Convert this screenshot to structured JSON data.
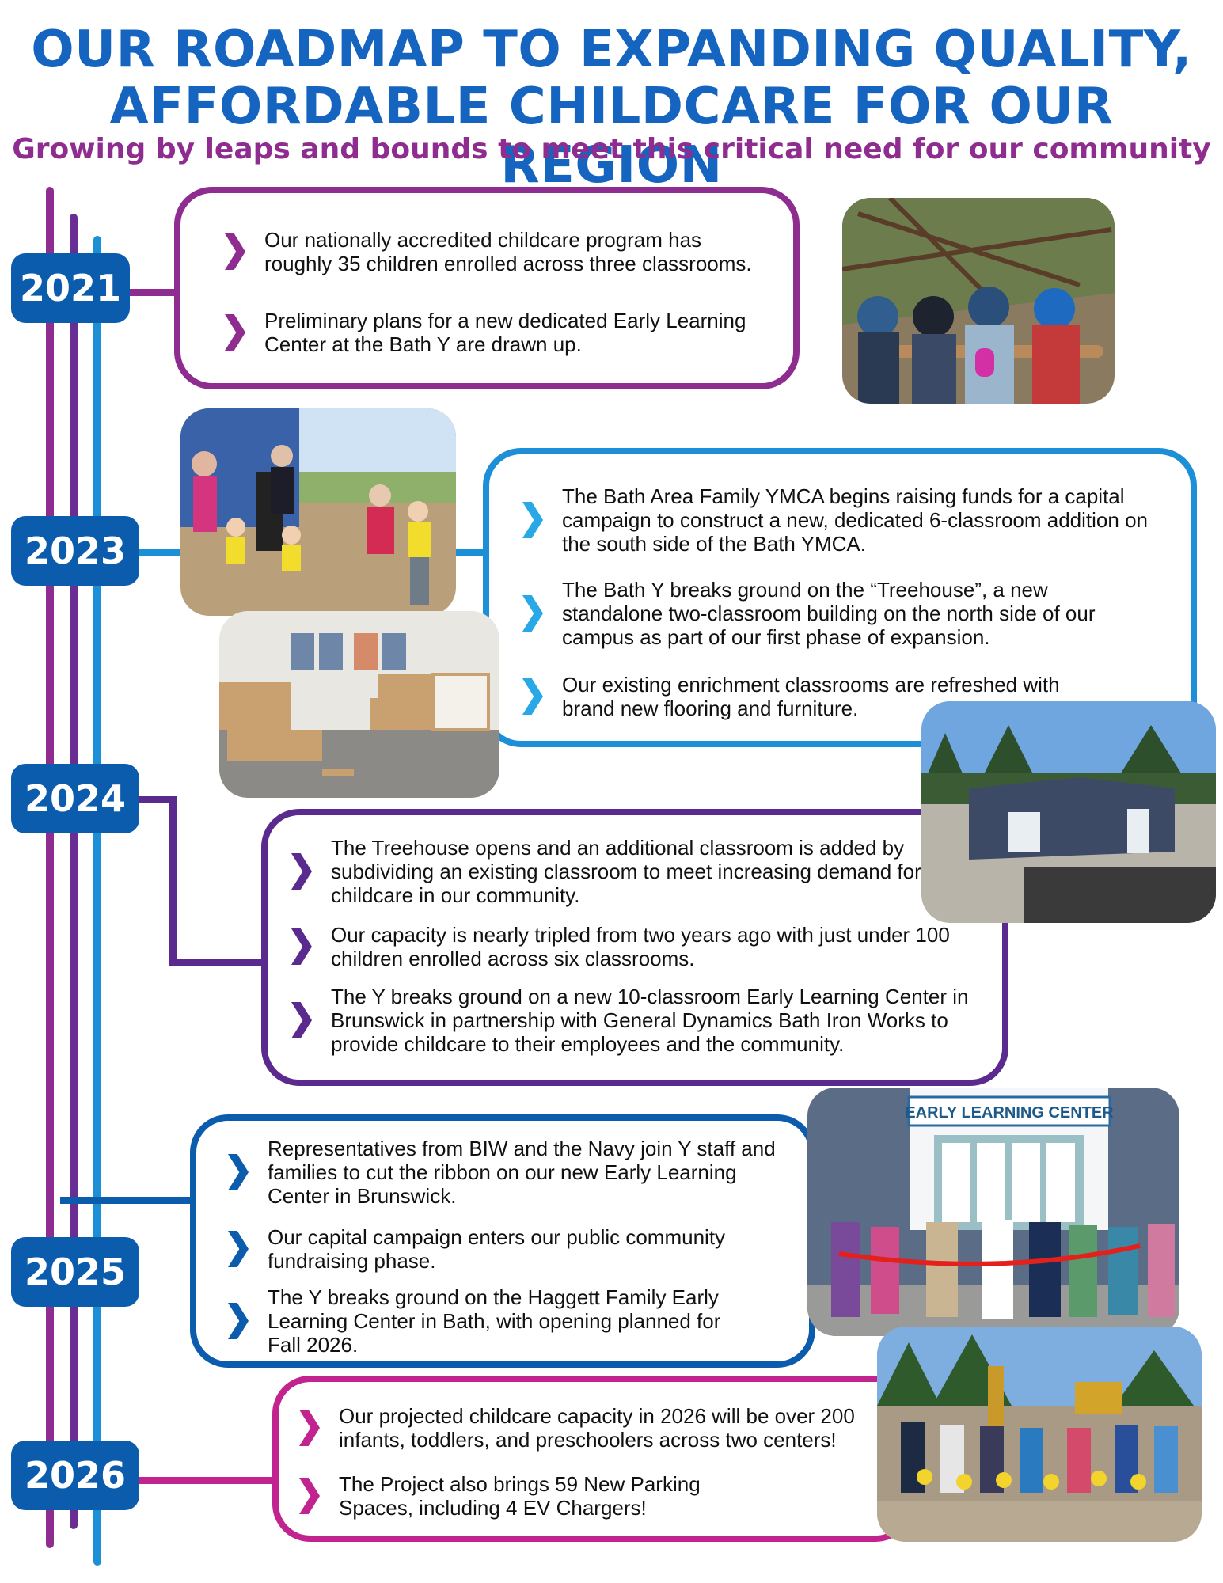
{
  "header": {
    "title_line1": "OUR ROADMAP TO EXPANDING QUALITY,",
    "title_line2": "AFFORDABLE CHILDCARE FOR OUR REGION",
    "subtitle": "Growing by leaps and bounds to meet this critical need for our community"
  },
  "colors": {
    "title_blue": "#1565c0",
    "subtitle_purple": "#8e2d8f",
    "line_purple": "#8e2d8f",
    "line_violet": "#6a2d96",
    "line_sky": "#1d8fd6",
    "year_badge": "#0b5cad",
    "card_2021": "#8e2d8f",
    "card_2023": "#1d8fd6",
    "card_2024": "#5b2a8e",
    "card_2025": "#0b5cad",
    "card_2026": "#c2248f"
  },
  "timeline": [
    {
      "year": "2021",
      "bullets": [
        "Our nationally accredited childcare program has roughly 35 children enrolled across three classrooms.",
        "Preliminary plans for a new dedicated Early Learning Center at the Bath Y are drawn up."
      ]
    },
    {
      "year": "2023",
      "bullets": [
        "The Bath Area Family YMCA begins raising funds for a capital campaign to construct a new, dedicated 6-classroom addition on the south side of the Bath YMCA.",
        "The Bath Y breaks ground on the “Treehouse”, a new standalone two-classroom building on the north side of our campus as part of our first phase of expansion.",
        "Our existing enrichment classrooms are refreshed with brand new flooring and furniture."
      ]
    },
    {
      "year": "2024",
      "bullets": [
        "The Treehouse opens and an additional classroom is added by subdividing an existing classroom to meet increasing demand for childcare in our community.",
        "Our capacity is nearly tripled from two years ago with just under 100 children enrolled across six classrooms.",
        "The Y breaks ground on a new 10-classroom Early Learning Center in Brunswick in partnership with General Dynamics Bath Iron Works to provide childcare to their employees and the community."
      ]
    },
    {
      "year": "2025",
      "bullets": [
        "Representatives from BIW and the Navy join Y staff and families to cut the ribbon on our new Early Learning Center in Brunswick.",
        "Our capital campaign enters our public community fundraising phase.",
        "The Y breaks ground on the Haggett Family Early Learning Center in Bath, with opening planned for Fall 2026."
      ]
    },
    {
      "year": "2026",
      "bullets": [
        "Our projected childcare capacity in 2026 will be over 200 infants, toddlers, and preschoolers across two centers!",
        "The Project also brings 59 New Parking Spaces, including 4 EV Chargers!"
      ]
    }
  ],
  "photos": {
    "elc_sign": "EARLY LEARNING CENTER"
  }
}
